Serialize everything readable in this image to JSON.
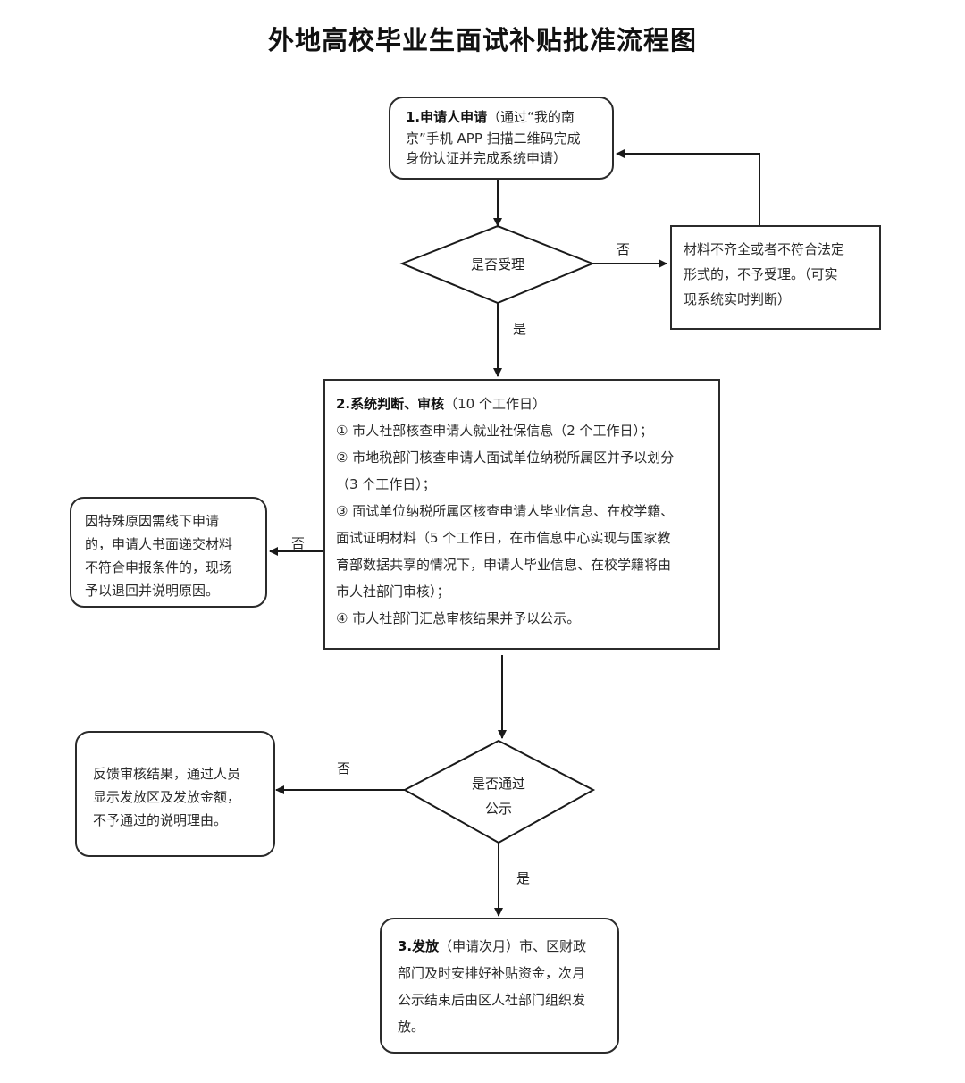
{
  "title": "外地高校毕业生面试补贴批准流程图",
  "step1": {
    "heading": "1.申请人申请",
    "lines": [
      "（通过“我的南",
      "京”手机 APP 扫描二维码完成",
      "身份认证并完成系统申请）"
    ]
  },
  "decision1": {
    "label": "是否受理"
  },
  "reject1": {
    "lines": [
      "材料不齐全或者不符合法定",
      "形式的，不予受理。（可实",
      "现系统实时判断）"
    ]
  },
  "step2": {
    "heading": "2.系统判断、审核",
    "heading_note": "（10 个工作日）",
    "lines": [
      "①  市人社部核查申请人就业社保信息（2 个工作日）；",
      "②  市地税部门核查申请人面试单位纳税所属区并予以划分",
      "（3 个工作日）；",
      "③  面试单位纳税所属区核查申请人毕业信息、在校学籍、",
      "面试证明材料（5 个工作日，在市信息中心实现与国家教",
      "育部数据共享的情况下，申请人毕业信息、在校学籍将由",
      "市人社部门审核）；",
      "④  市人社部门汇总审核结果并予以公示。"
    ]
  },
  "reject2": {
    "lines": [
      "因特殊原因需线下申请",
      "的，申请人书面递交材料",
      "不符合申报条件的，现场",
      "予以退回并说明原因。"
    ]
  },
  "decision2": {
    "line1": "是否通过",
    "line2": "公示"
  },
  "reject3": {
    "lines": [
      "反馈审核结果，通过人员",
      "显示发放区及发放金额，",
      "不予通过的说明理由。"
    ]
  },
  "step3": {
    "heading": "3.发放",
    "lines": [
      "（申请次月）市、区财政",
      "部门及时安排好补贴资金，次月",
      "公示结束后由区人社部门组织发",
      "放。"
    ]
  },
  "edge_labels": {
    "no1": "否",
    "yes1": "是",
    "no2": "否",
    "no3": "否",
    "yes2": "是"
  }
}
